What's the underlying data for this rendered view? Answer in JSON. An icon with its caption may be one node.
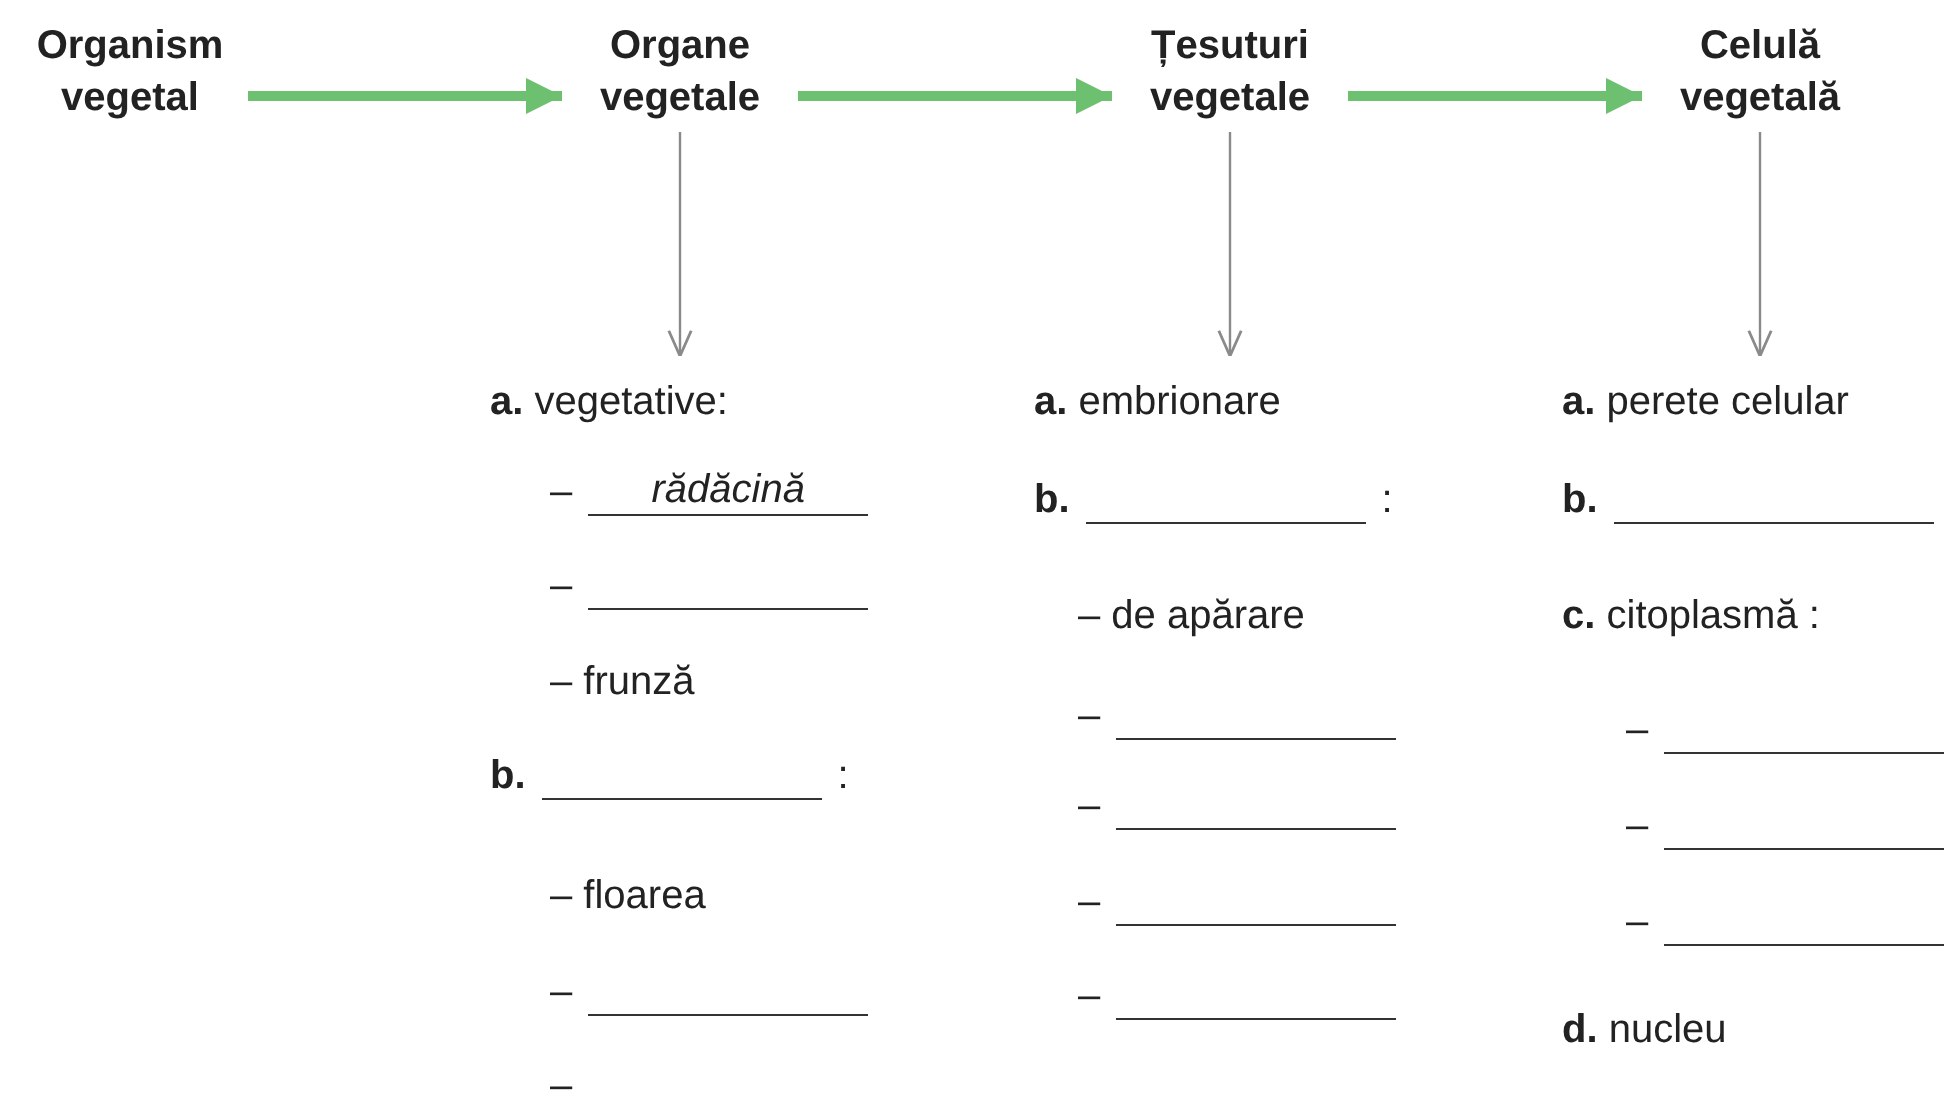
{
  "diagram": {
    "nodes": [
      {
        "text": [
          "Organism vegetal"
        ]
      },
      {
        "text": [
          "Organe vegetale"
        ]
      },
      {
        "text": [
          "Țesuturi vegetale"
        ]
      },
      {
        "text": [
          "Celulă vegetală"
        ]
      },
      {
        "text": [
          "**a.** vegetative:",
          "– *rădăcină*",
          "–",
          "– frunză",
          "**b.** :",
          "– floarea",
          "–",
          "–"
        ]
      },
      {
        "text": [
          "**a.** embrionare",
          "**b.** :",
          "– de apărare",
          "–",
          "–",
          "–",
          "–"
        ]
      },
      {
        "text": [
          "**a.** perete celular",
          "**b.**",
          "**c.** citoplasmă :",
          "–",
          "–",
          "–",
          "**d.** nucleu"
        ]
      }
    ],
    "edges": [
      {
        "from": 0,
        "to": 1,
        "arrow": "to",
        "style": "thick",
        "color": "#6cc070"
      },
      {
        "from": 1,
        "to": 2,
        "arrow": "to",
        "style": "thick",
        "color": "#6cc070"
      },
      {
        "from": 2,
        "to": 3,
        "arrow": "to",
        "style": "thick",
        "color": "#6cc070"
      },
      {
        "from": 1,
        "to": 4,
        "arrow": "to",
        "color": "#8a8a8a"
      },
      {
        "from": 2,
        "to": 5,
        "arrow": "to",
        "color": "#8a8a8a"
      },
      {
        "from": 3,
        "to": 6,
        "arrow": "to",
        "color": "#8a8a8a"
      }
    ]
  }
}
